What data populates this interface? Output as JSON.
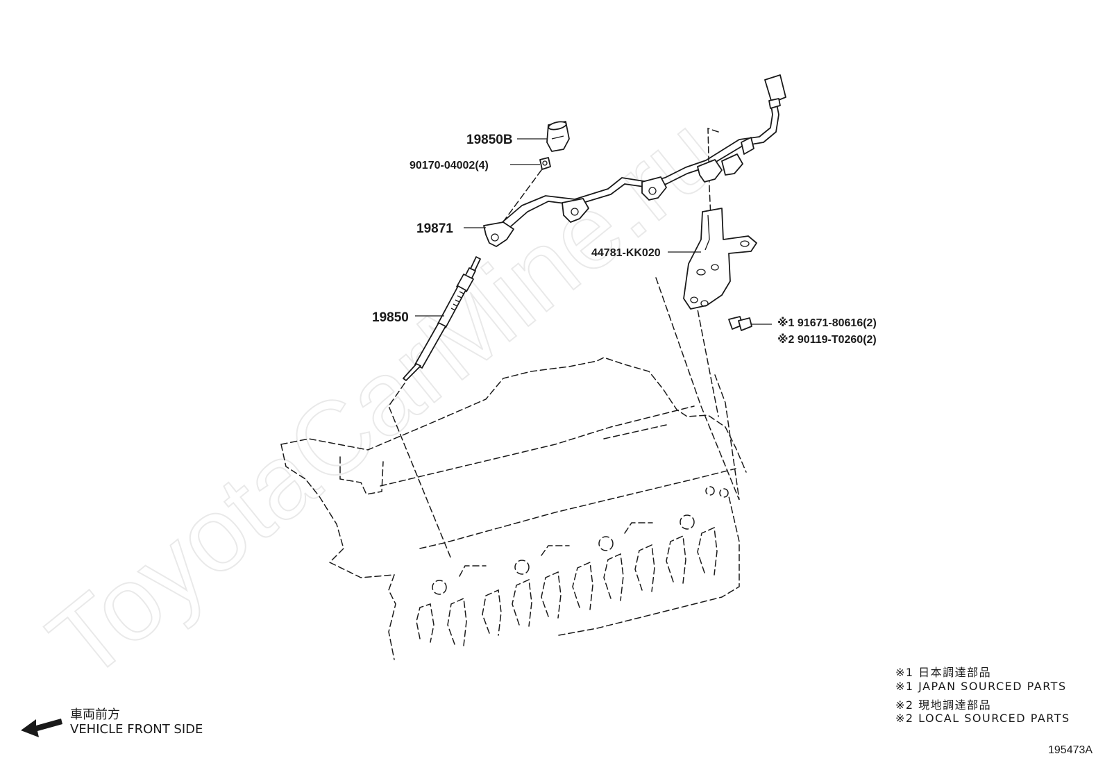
{
  "watermark": "ToyotaCarMine.ru",
  "parts": {
    "p19850B": "19850B",
    "p90170": "90170-04002(4)",
    "p19871": "19871",
    "p19850": "19850",
    "p44781": "44781-KK020",
    "p91671": "※1 91671-80616(2)",
    "p90119": "※2 90119-T0260(2)"
  },
  "legend": {
    "line1": "※1 日本調達部品",
    "line2": "※1 JAPAN SOURCED PARTS",
    "line3": "※2 現地調達部品",
    "line4": "※2 LOCAL SOURCED PARTS"
  },
  "direction": {
    "jp": "車両前方",
    "en": "VEHICLE FRONT SIDE"
  },
  "diagram_code": "195473A"
}
